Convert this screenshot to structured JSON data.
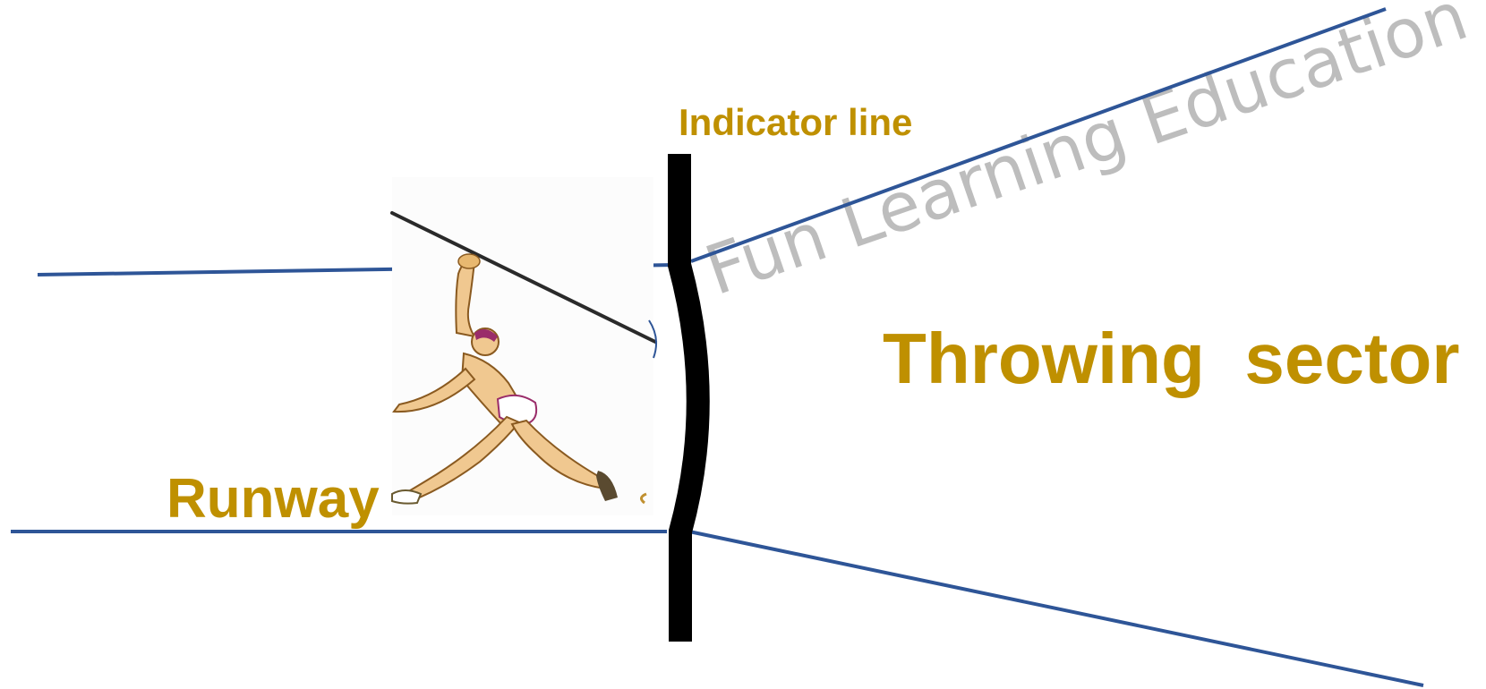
{
  "labels": {
    "indicator_line": "Indicator line",
    "throwing_sector": "Throwing  sector",
    "runway": "Runway"
  },
  "watermark": "Fun Learning Education",
  "colors": {
    "label": "#bf9000",
    "boundary_lines": "#2e5597",
    "arc": "#000000",
    "watermark": "#bdbdbd"
  },
  "icons": {
    "athlete": "javelin-thrower-illustration"
  }
}
